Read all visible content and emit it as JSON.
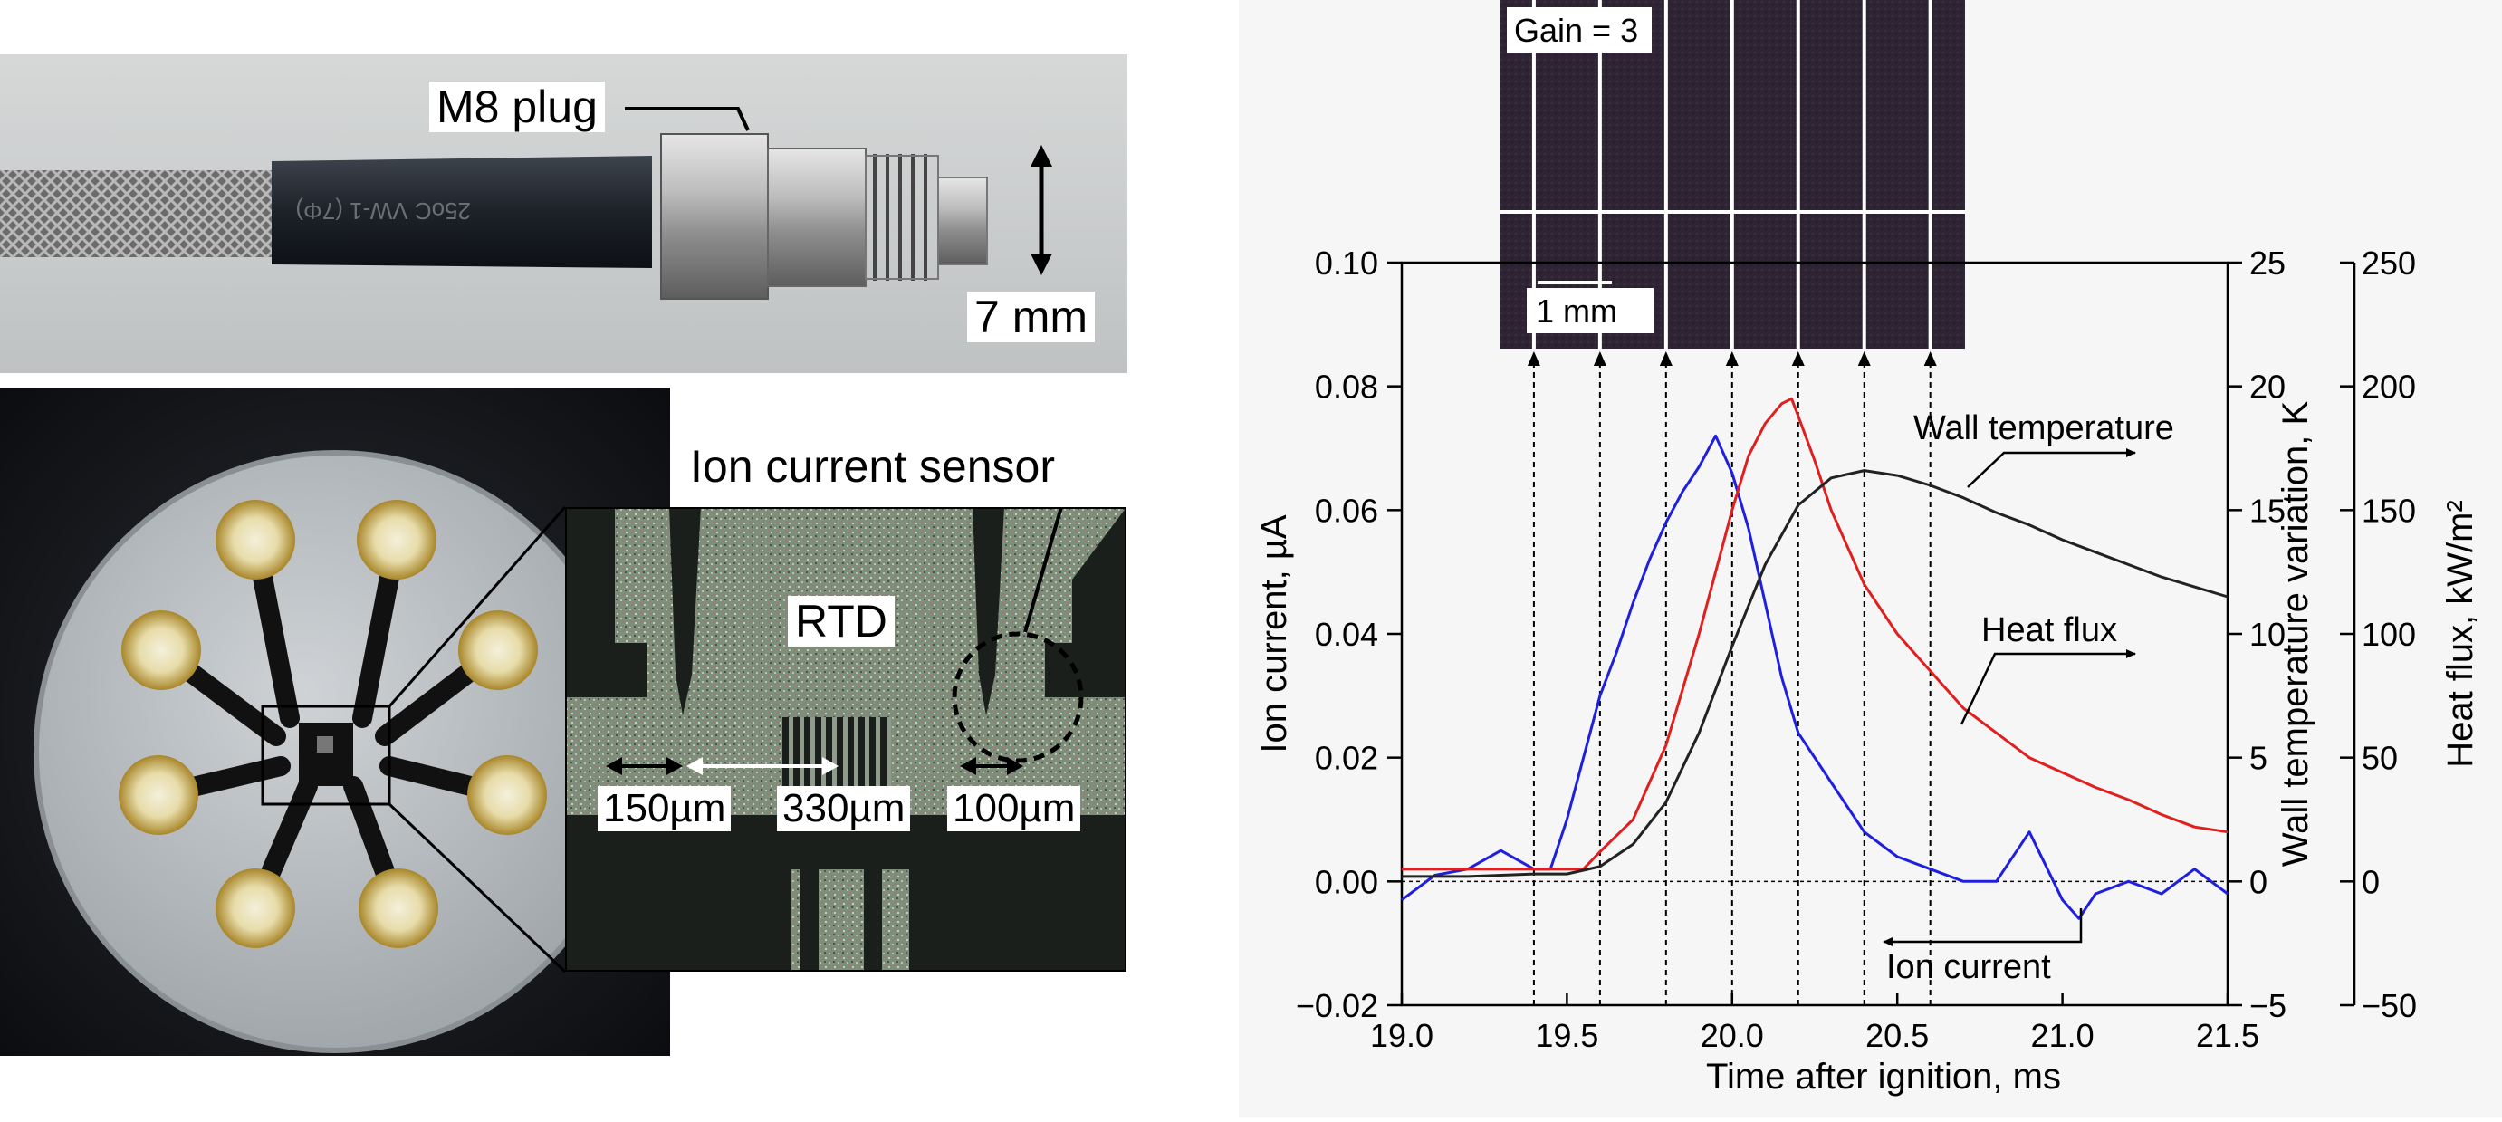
{
  "photo_labels": {
    "plug": "M8 plug",
    "diameter": "7 mm",
    "ion_sensor": "Ion current sensor",
    "rtd": "RTD",
    "gap_left": "150µm",
    "gap_mid": "330µm",
    "gap_right": "100µm"
  },
  "inset": {
    "gain": "Gain = 3",
    "scale": "1 mm"
  },
  "colors": {
    "ion_current": "#1f1fe0",
    "heat_flux": "#e01f1f",
    "wall_temperature": "#222222",
    "chart_background": "#f6f6f6"
  },
  "chart_data": {
    "type": "line",
    "xlabel": "Time after ignition, ms",
    "ylabel_left": "Ion current, µA",
    "ylabel_right1": "Wall temperature variation, K",
    "ylabel_right2": "Heat flux, kW/m²",
    "xlim": [
      19.0,
      21.5
    ],
    "ylim_left": [
      -0.02,
      0.1
    ],
    "ylim_right1": [
      -5,
      25
    ],
    "ylim_right2": [
      -50,
      250
    ],
    "xticks": [
      "19.0",
      "19.5",
      "20.0",
      "20.5",
      "21.0",
      "21.5"
    ],
    "yticks_left": [
      "−0.02",
      "0.00",
      "0.02",
      "0.04",
      "0.06",
      "0.08",
      "0.10"
    ],
    "yticks_right1": [
      "−5",
      "0",
      "5",
      "10",
      "15",
      "20",
      "25"
    ],
    "yticks_right2": [
      "−50",
      "0",
      "50",
      "100",
      "150",
      "200",
      "250"
    ],
    "snapshot_times": [
      19.4,
      19.6,
      19.8,
      20.0,
      20.2,
      20.4,
      20.6
    ],
    "annotations": {
      "wall_temperature": "Wall temperature",
      "heat_flux": "Heat flux",
      "ion_current": "Ion current"
    },
    "series": [
      {
        "name": "Ion current",
        "axis": "left",
        "x": [
          19.0,
          19.1,
          19.2,
          19.3,
          19.4,
          19.45,
          19.5,
          19.55,
          19.6,
          19.65,
          19.7,
          19.75,
          19.8,
          19.85,
          19.9,
          19.95,
          20.0,
          20.05,
          20.1,
          20.15,
          20.2,
          20.3,
          20.4,
          20.5,
          20.6,
          20.7,
          20.8,
          20.9,
          21.0,
          21.05,
          21.1,
          21.2,
          21.3,
          21.4,
          21.5
        ],
        "y": [
          -0.003,
          0.001,
          0.002,
          0.005,
          0.002,
          0.002,
          0.01,
          0.02,
          0.03,
          0.037,
          0.045,
          0.052,
          0.058,
          0.063,
          0.067,
          0.072,
          0.066,
          0.057,
          0.045,
          0.033,
          0.024,
          0.016,
          0.008,
          0.004,
          0.002,
          0.0,
          0.0,
          0.008,
          -0.003,
          -0.006,
          -0.002,
          0.0,
          -0.002,
          0.002,
          -0.002
        ]
      },
      {
        "name": "Heat flux",
        "axis": "right2",
        "x": [
          19.0,
          19.2,
          19.4,
          19.55,
          19.6,
          19.7,
          19.8,
          19.9,
          20.0,
          20.05,
          20.1,
          20.15,
          20.18,
          20.2,
          20.25,
          20.3,
          20.4,
          20.5,
          20.6,
          20.7,
          20.8,
          20.9,
          21.0,
          21.1,
          21.2,
          21.3,
          21.4,
          21.5
        ],
        "y": [
          5,
          5,
          5,
          5,
          12,
          25,
          55,
          100,
          150,
          172,
          185,
          193,
          195,
          188,
          170,
          150,
          120,
          100,
          85,
          70,
          60,
          50,
          44,
          38,
          33,
          27,
          22,
          20
        ]
      },
      {
        "name": "Wall temperature",
        "axis": "right1",
        "x": [
          19.0,
          19.2,
          19.4,
          19.5,
          19.6,
          19.7,
          19.8,
          19.9,
          20.0,
          20.1,
          20.2,
          20.3,
          20.4,
          20.5,
          20.6,
          20.7,
          20.8,
          20.9,
          21.0,
          21.1,
          21.2,
          21.3,
          21.4,
          21.5
        ],
        "y": [
          0.2,
          0.2,
          0.3,
          0.3,
          0.6,
          1.5,
          3.2,
          6.0,
          9.5,
          12.8,
          15.2,
          16.3,
          16.6,
          16.4,
          16.0,
          15.5,
          14.9,
          14.4,
          13.8,
          13.3,
          12.8,
          12.3,
          11.9,
          11.5
        ]
      }
    ]
  }
}
